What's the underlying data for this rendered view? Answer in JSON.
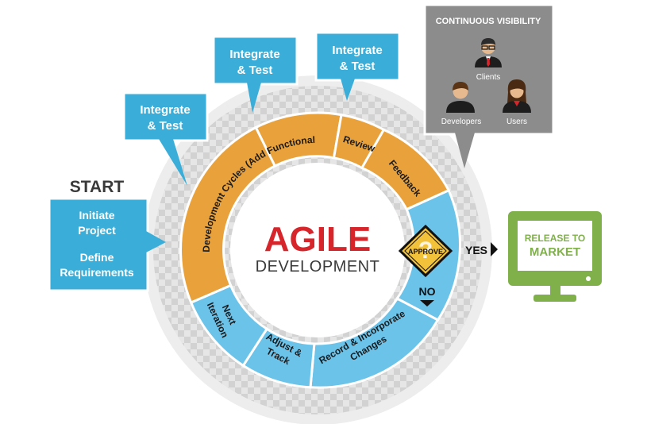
{
  "start": {
    "label": "START"
  },
  "left_box": {
    "line1": "Initiate",
    "line2": "Project",
    "line3": "Define",
    "line4": "Requirements"
  },
  "callouts": [
    {
      "line1": "Integrate",
      "line2": "& Test"
    },
    {
      "line1": "Integrate",
      "line2": "& Test"
    },
    {
      "line1": "Integrate",
      "line2": "& Test"
    }
  ],
  "visibility": {
    "title": "CONTINUOUS VISIBILITY",
    "roles": [
      "Clients",
      "Developers",
      "Users"
    ]
  },
  "center": {
    "title": "AGILE",
    "subtitle": "DEVELOPMENT"
  },
  "segments": {
    "development_cycles": "Development Cycles (Add Functionality)",
    "review": "Review",
    "feedback": "Feedback",
    "record": [
      "Record & Incorporate",
      "Changes"
    ],
    "adjust": [
      "Adjust &",
      "Track"
    ],
    "next": [
      "Next",
      "Iteration"
    ]
  },
  "approve": {
    "label": "APPROVE",
    "yes": "YES",
    "no": "NO"
  },
  "monitor": {
    "line1": "RELEASE TO",
    "line2": "MARKET"
  },
  "colors": {
    "orange": "#E9A23B",
    "blue": "#6CC3EA",
    "teal": "#3AAED8",
    "gray_box": "#8C8C8C",
    "green": "#7FB04A",
    "red": "#D7262B"
  }
}
